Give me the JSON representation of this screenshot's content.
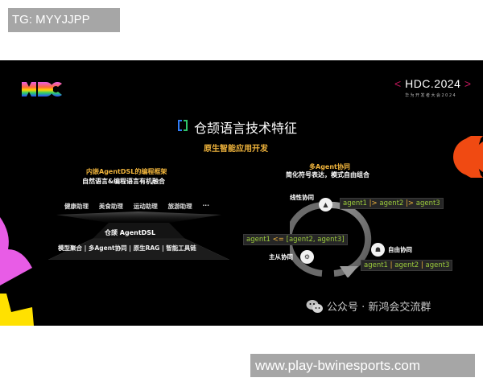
{
  "watermarks": {
    "top": "TG: MYYJJPP",
    "bottom": "www.play-bwinesports.com"
  },
  "slide": {
    "logo": {
      "icon": "hdc-rainbow-logo",
      "alt": "HDC"
    },
    "event": {
      "bracket_left": "<",
      "name": "HDC.2024",
      "bracket_right": ">",
      "subtitle": "华为开发者大会2024"
    },
    "title": "仓颉语言技术特征",
    "subtitle": "原生智能应用开发",
    "left_panel": {
      "heading": "内嵌AgentDSL的编程框架",
      "subheading": "自然语言&编程语言有机融合",
      "apps": [
        "健康助理",
        "美食助理",
        "运动助理",
        "旅游助理",
        "···"
      ],
      "core": "仓颉 AgentDSL",
      "base": "模型聚合 | 多Agent协同 | 原生RAG | 智能工具链"
    },
    "right_panel": {
      "heading": "多Agent协同",
      "subheading": "简化符号表达，模式自由组合",
      "modes": [
        {
          "label": "线性协同",
          "icon": "linear-flow-icon",
          "code_parts": [
            "agent1 ",
            "|>",
            " agent2 ",
            "|>",
            " agent3"
          ]
        },
        {
          "label": "自由协同",
          "icon": "group-people-icon",
          "code_parts": [
            "agent1 ",
            "|",
            " agent2 ",
            "|",
            " agent3"
          ]
        },
        {
          "label": "主从协同",
          "icon": "gears-icon",
          "code_parts": [
            "agent1 ",
            "<=",
            " [agent2, agent3]"
          ]
        }
      ]
    },
    "footer": {
      "icon": "wechat-icon",
      "text": "公众号 · 新鸿会交流群"
    },
    "colors": {
      "accent_yellow": "#f0b43c",
      "code_green": "#9ccc3c",
      "orange_shape": "#f04a12",
      "pink_shape": "#e85ce6",
      "yellow_shape": "#ffe100",
      "hdc_bracket": "#c2185b"
    }
  }
}
